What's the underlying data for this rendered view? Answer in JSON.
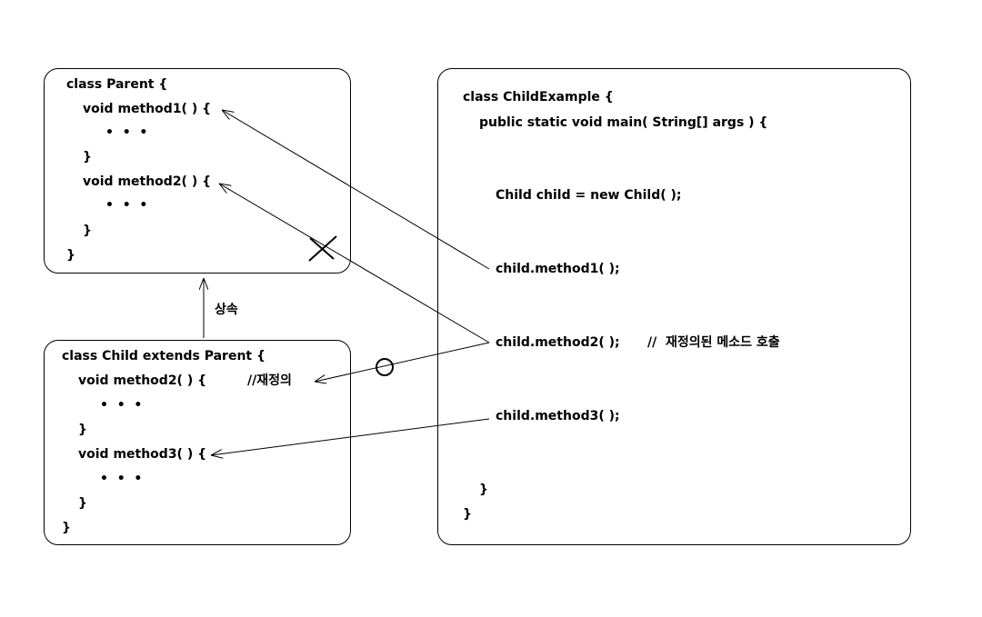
{
  "parent": {
    "lines": [
      "class Parent {",
      "void method1( ) {",
      "•  •  •",
      "}",
      "void method2( ) {",
      "•  •  •",
      "}",
      "}"
    ]
  },
  "inherit_label": "상속",
  "child": {
    "lines": [
      "class Child extends Parent {",
      "void method2( ) {",
      "•  •  •",
      "}",
      "void method3( ) {",
      "•  •  •",
      "}",
      "}"
    ],
    "override_comment": "//재정의"
  },
  "main": {
    "lines": [
      "class ChildExample {",
      "public static void main( String[] args ) {",
      "Child child = new Child( );",
      "child.method1( );",
      "child.method2( );",
      "child.method3( );",
      "}",
      "}"
    ],
    "call_comment": "//  재정의된 메소드 호출"
  }
}
